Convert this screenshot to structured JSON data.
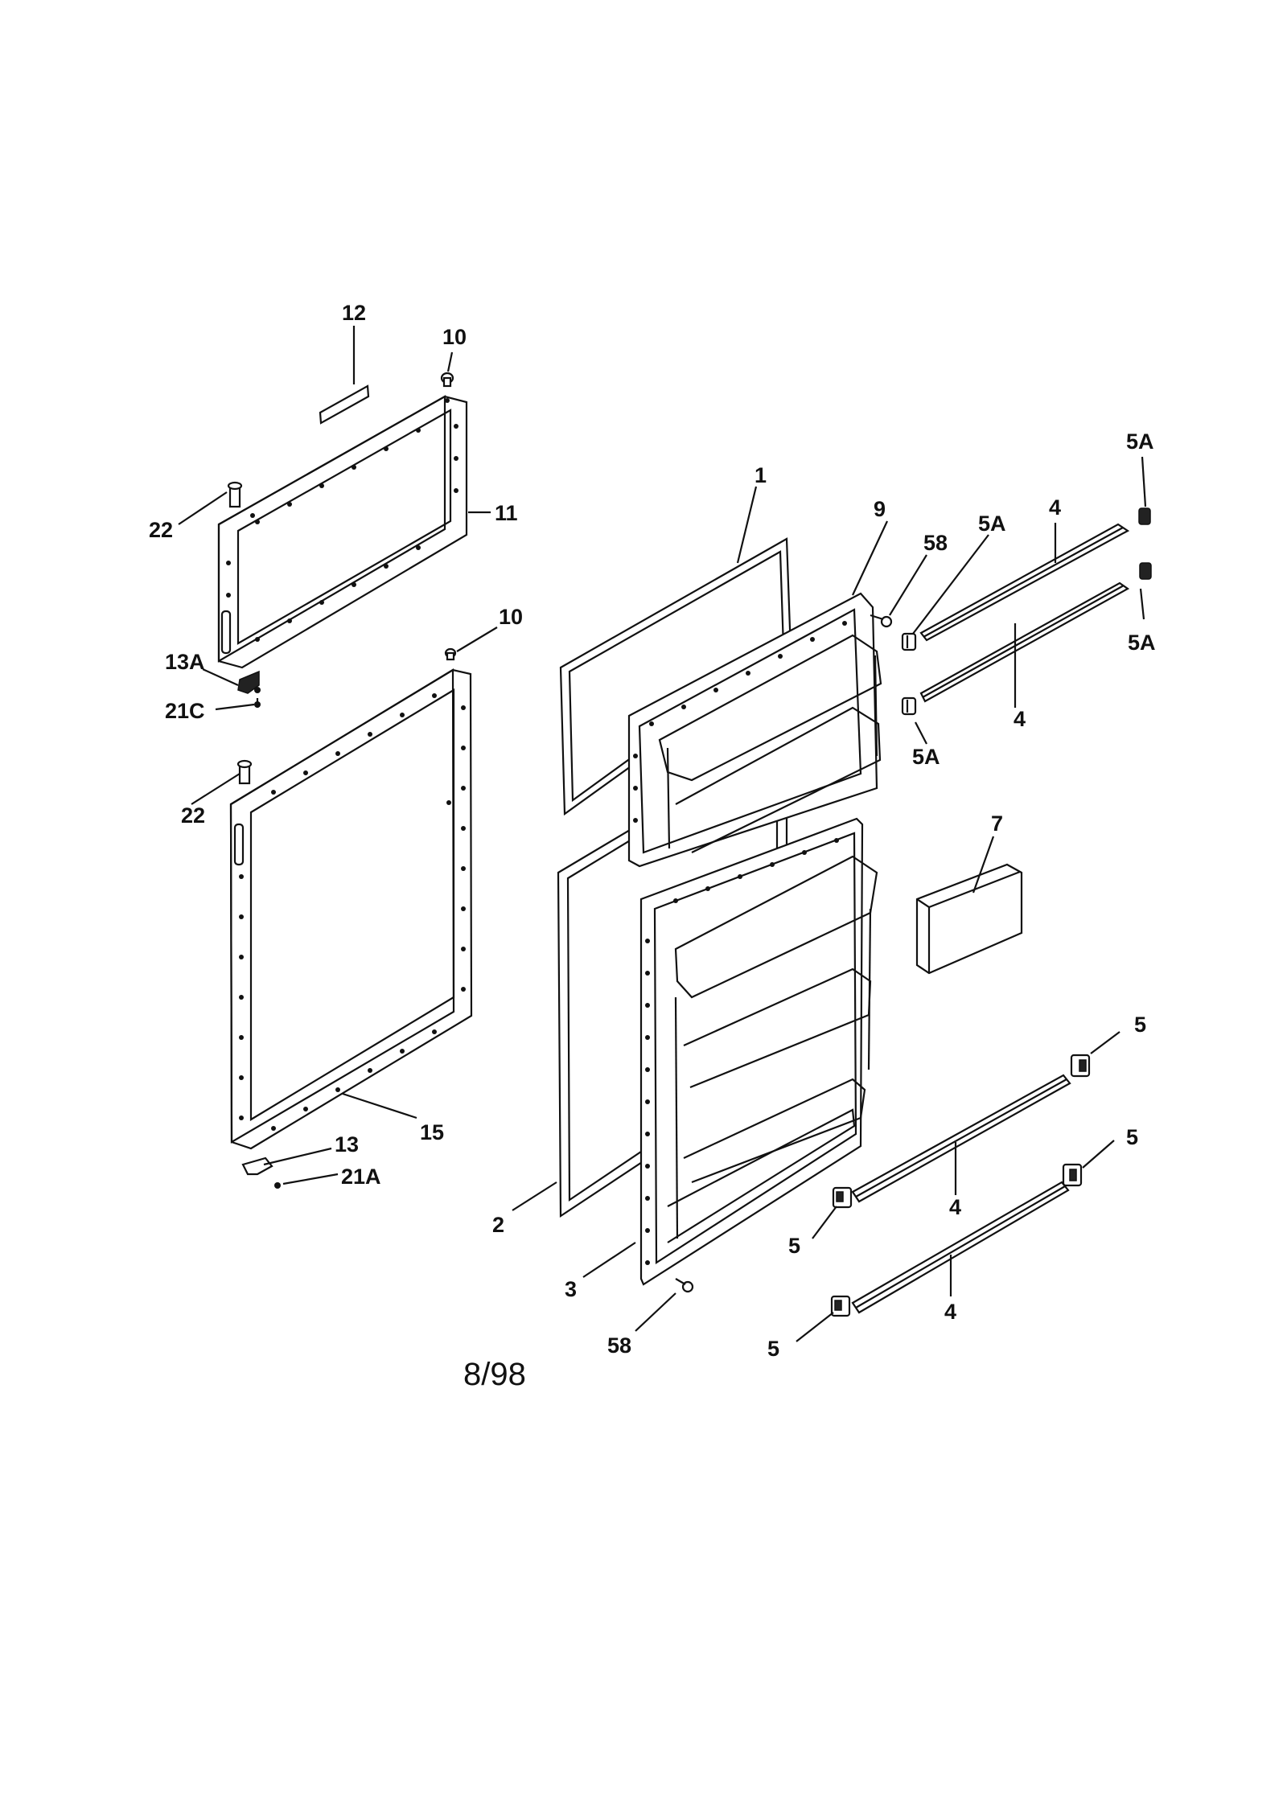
{
  "diagram": {
    "labels": {
      "l12": "12",
      "l10a": "10",
      "l22a": "22",
      "l11": "11",
      "l13a": "13A",
      "l21c": "21C",
      "l10b": "10",
      "l22b": "22",
      "l15": "15",
      "l13": "13",
      "l21a": "21A",
      "l1": "1",
      "l9": "9",
      "l58a": "58",
      "l5a_1": "5A",
      "l4a": "4",
      "l5a_top": "5A",
      "l5a_2": "5A",
      "l5a_3": "5A",
      "l4b": "4",
      "l7": "7",
      "l5_1": "5",
      "l5_2": "5",
      "l5_3": "5",
      "l5_4": "5",
      "l4c": "4",
      "l4d": "4",
      "l2": "2",
      "l3": "3",
      "l58b": "58"
    },
    "date_code": "8/98"
  }
}
